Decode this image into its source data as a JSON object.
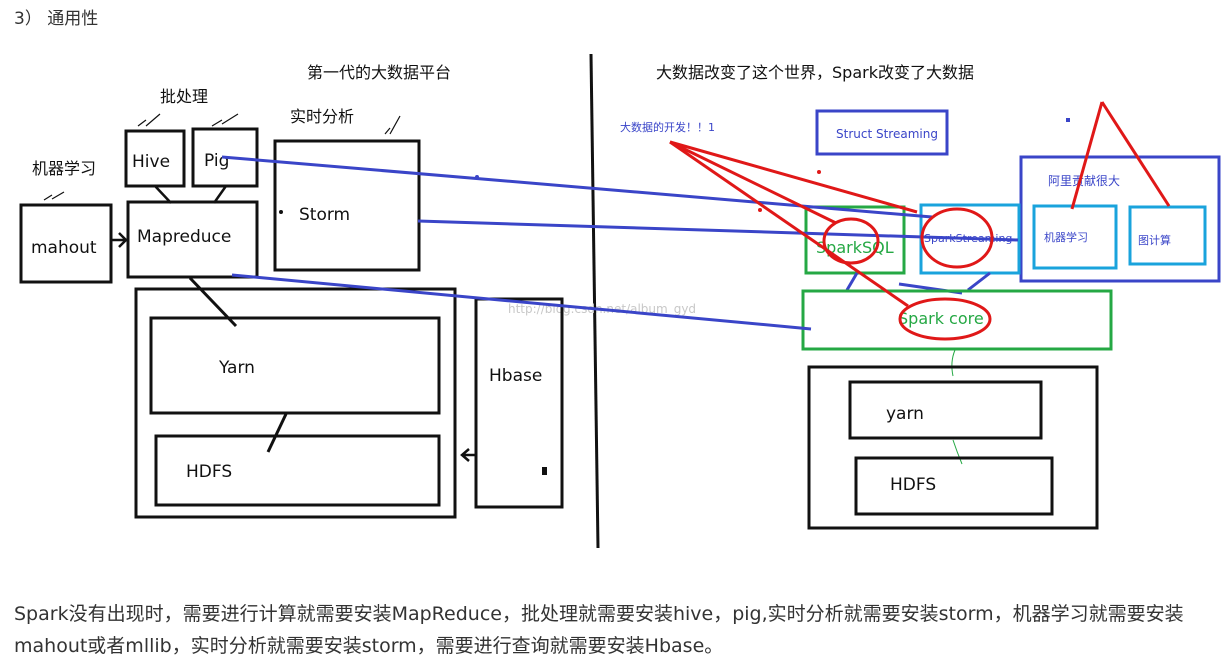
{
  "section_heading": "3）  通用性",
  "left": {
    "title": "第一代的大数据平台",
    "batch_label": "批处理",
    "realtime_label": "实时分析",
    "ml_label": "机器学习",
    "hive": "Hive",
    "pig": "Pig",
    "storm": "Storm",
    "mahout": "mahout",
    "mapreduce": "Mapreduce",
    "yarn": "Yarn",
    "hdfs": "HDFS",
    "hbase": "Hbase"
  },
  "right": {
    "title": "大数据改变了这个世界，Spark改变了大数据",
    "dev_note": "大数据的开发！！1",
    "struct_streaming": "Struct Streaming",
    "alibaba_note": "阿里贡献很大",
    "spark_sql": "SparkSQL",
    "spark_streaming": "SparkStreaming",
    "ml": "机器学习",
    "graph": "图计算",
    "spark_core": "Spark core",
    "yarn": "yarn",
    "hdfs": "HDFS"
  },
  "watermark": "http://blog.csdn.net/album_gyd",
  "footer": "Spark没有出现时，需要进行计算就需要安装MapReduce，批处理就需要安装hive，pig,实时分析就需要安装storm，机器学习就需要安装mahout或者mllib，实时分析就需要安装storm，需要进行查询就需要安装Hbase。",
  "colors": {
    "black": "#111111",
    "blue": "#3a45c8",
    "cyan": "#1aa3dc",
    "green": "#25a844",
    "red": "#e01818"
  }
}
